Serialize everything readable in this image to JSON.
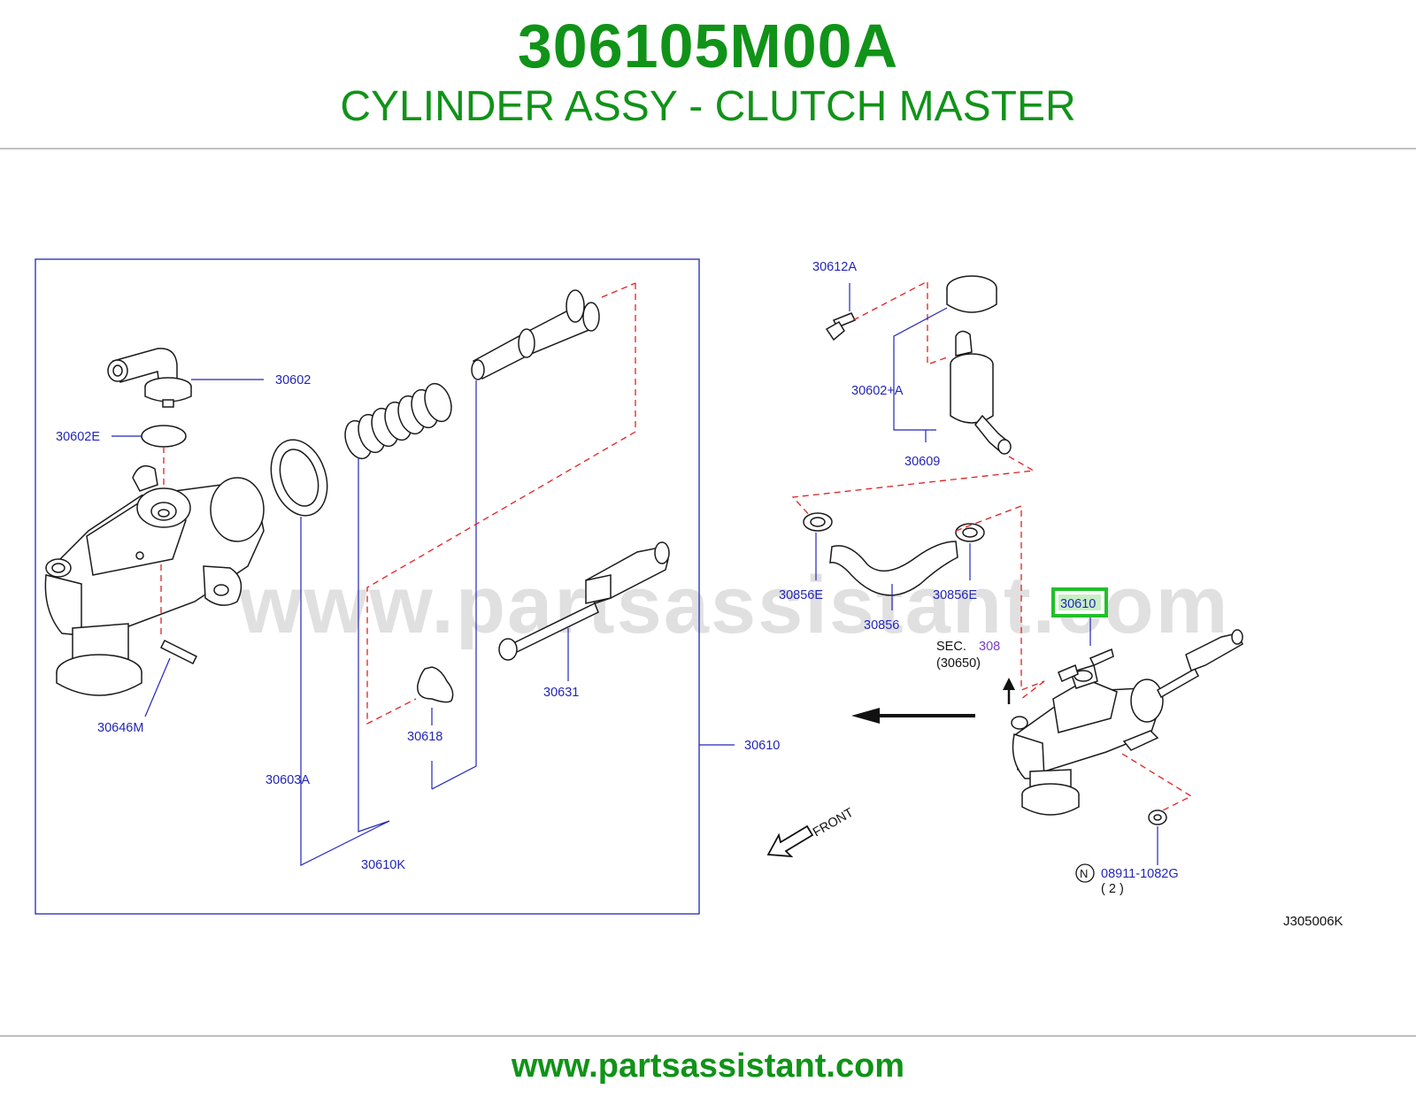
{
  "header": {
    "part_number": "306105M00A",
    "part_description": "CYLINDER ASSY - CLUTCH MASTER"
  },
  "watermark": "www.partsassistant.com",
  "footer": {
    "url": "www.partsassistant.com"
  },
  "colors": {
    "brand_green": "#109318",
    "callout_blue": "#2326b8",
    "dashed_red": "#e02020",
    "highlight_green": "#22c02a"
  },
  "callouts": {
    "c30602": "30602",
    "c30602E": "30602E",
    "c30646M": "30646M",
    "c30603A": "30603A",
    "c30618": "30618",
    "c30610K": "30610K",
    "c30631": "30631",
    "c30610": "30610",
    "c30612A": "30612A",
    "c30602A": "30602+A",
    "c30609": "30609",
    "c30856E_left": "30856E",
    "c30856": "30856",
    "c30856E_right": "30856E",
    "c30610_highlight": "30610",
    "sec_label": "SEC.",
    "sec_number": "308",
    "sec_ref": "(30650)",
    "n_mark": "N",
    "c08911": "08911-1082G",
    "qty": "( 2 )",
    "front": "FRONT",
    "diagram_code": "J305006K"
  }
}
